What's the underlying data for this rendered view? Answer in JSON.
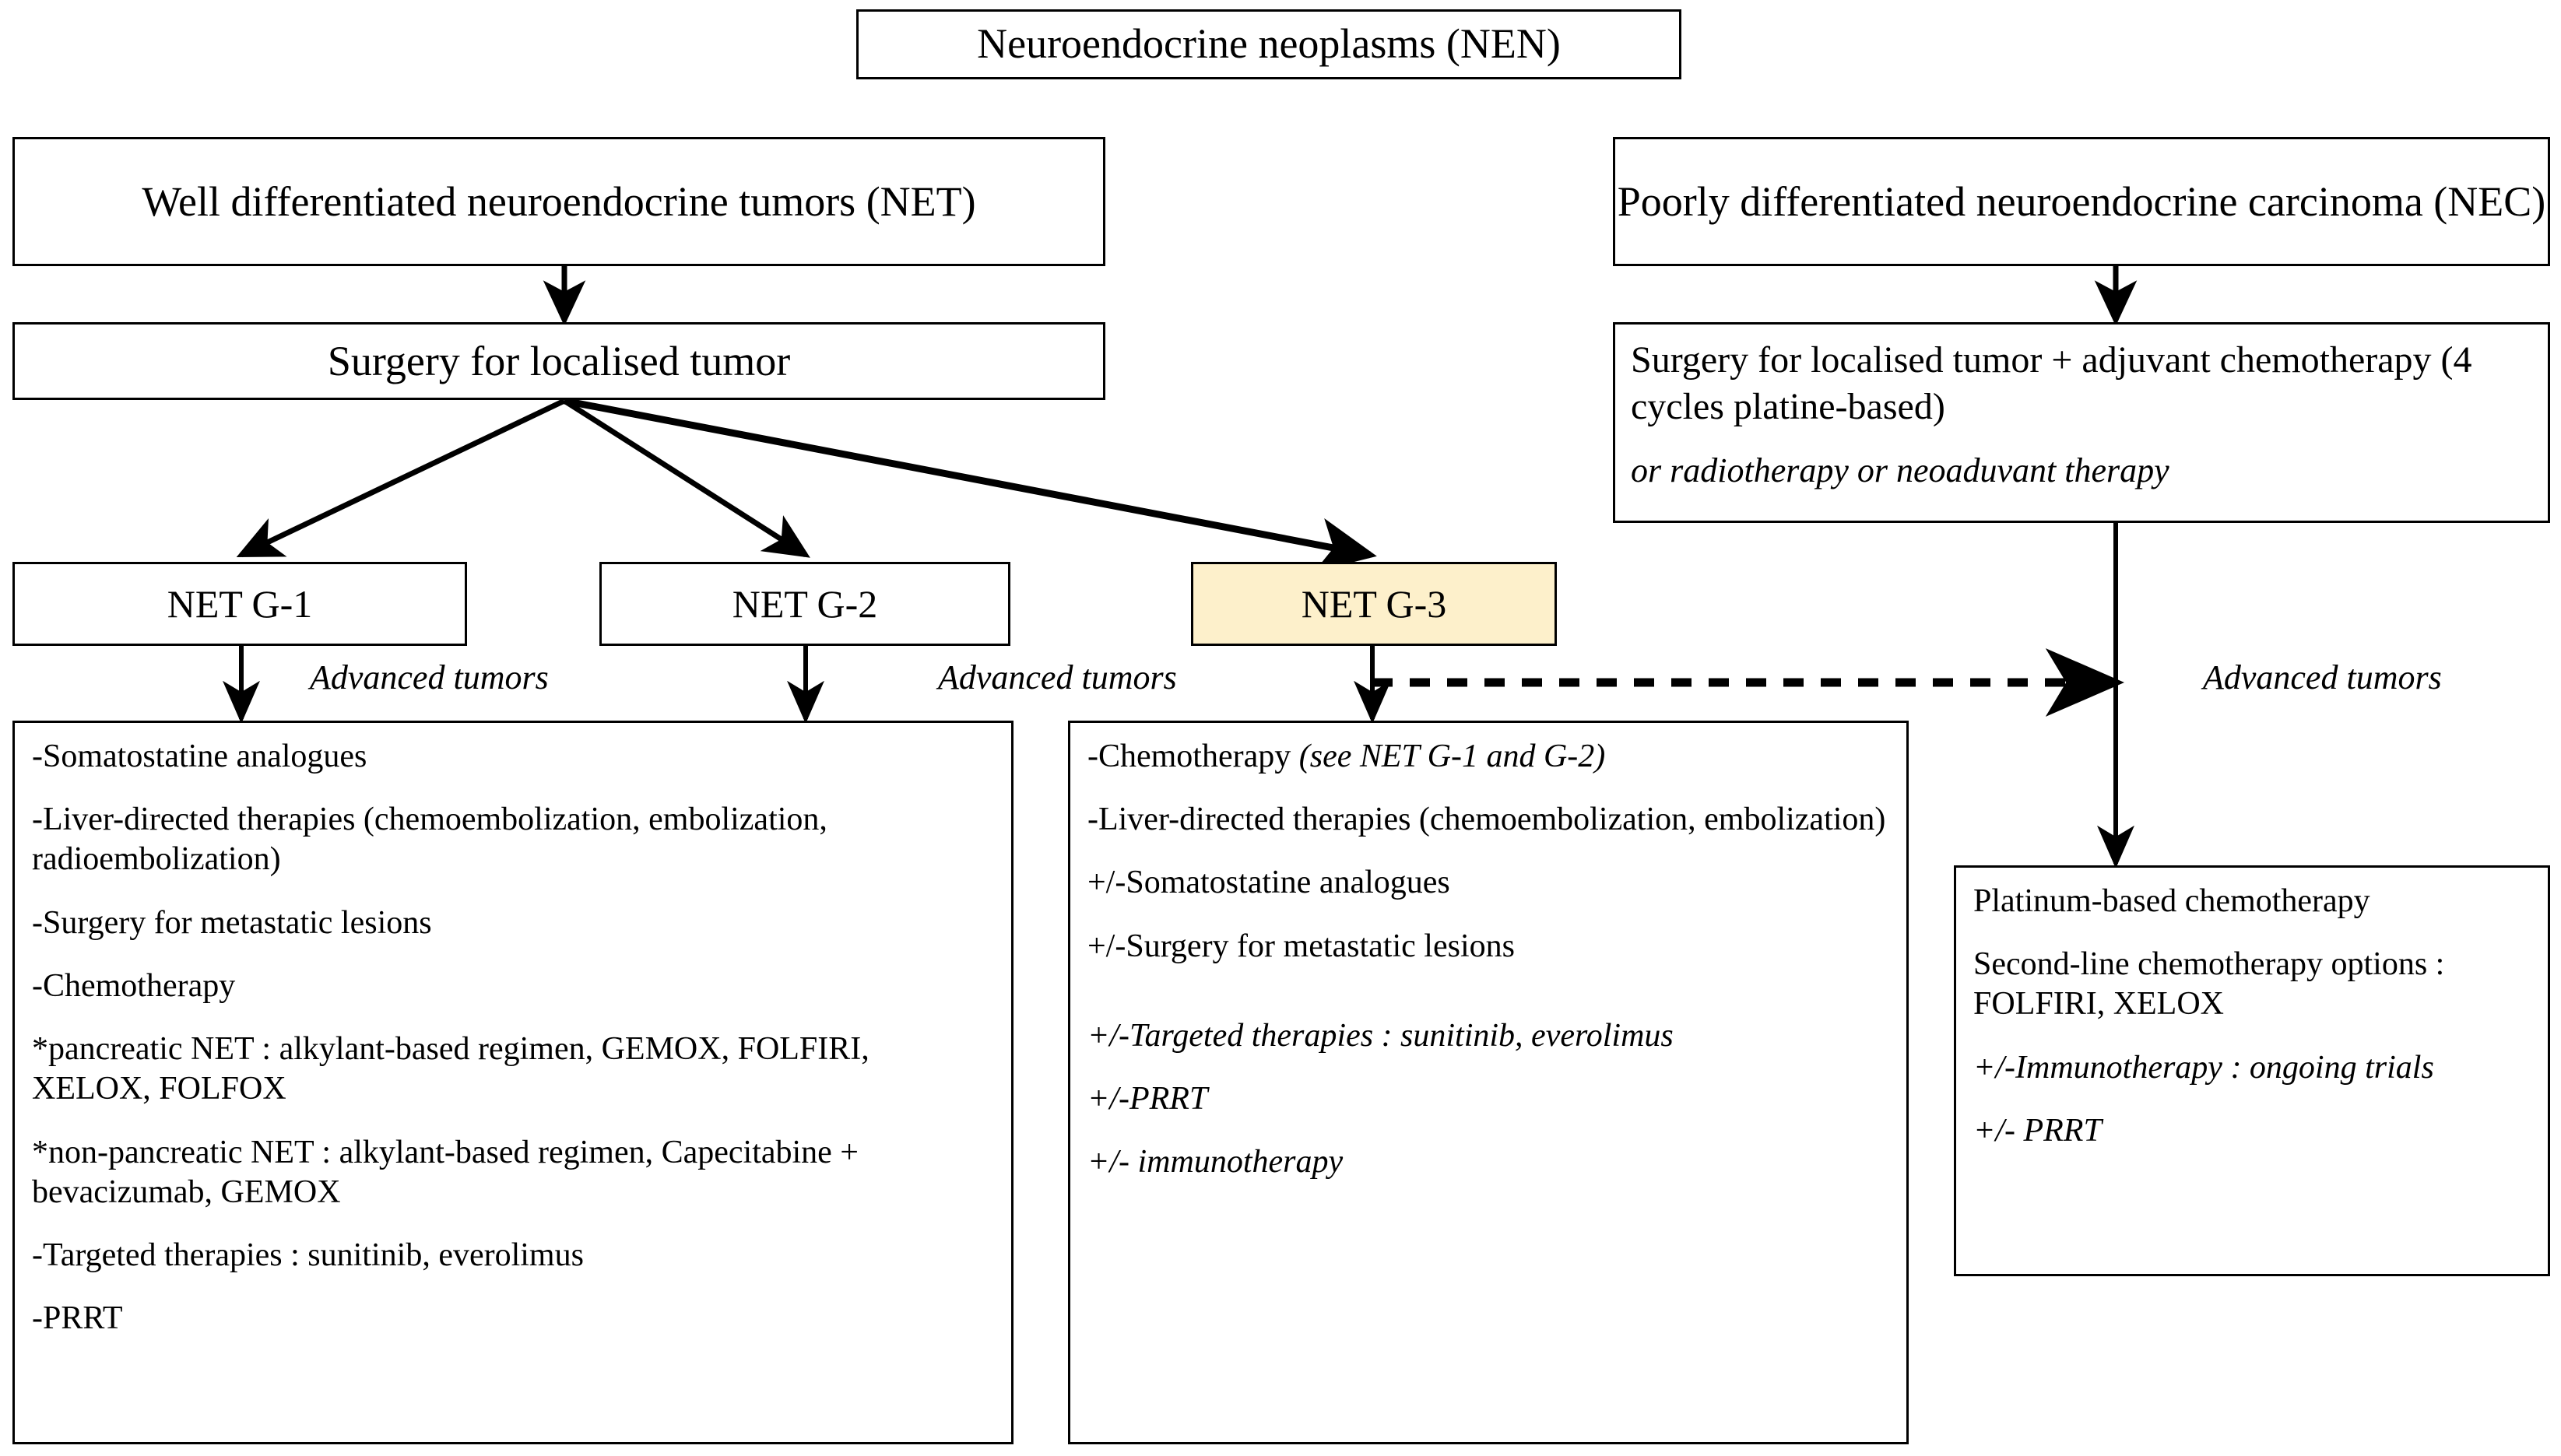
{
  "diagram": {
    "title": "Neuroendocrine neoplasms (NEN)",
    "accent_color": "#FDF0CB",
    "line_color": "#000000"
  },
  "nodes": {
    "root": "Neuroendocrine neoplasms (NEN)",
    "net_branch": "Well differentiated neuroendocrine tumors (NET)",
    "nec_branch": "Poorly differentiated neuroendocrine carcinoma (NEC)",
    "net_surgery": "Surgery for localised tumor",
    "nec_surgery_main": "Surgery for localised tumor + adjuvant chemotherapy (4 cycles platine-based)",
    "nec_surgery_alt": "or radiotherapy or neoaduvant therapy",
    "grade1": "NET G-1",
    "grade2": "NET G-2",
    "grade3": "NET G-3"
  },
  "edge_labels": {
    "advanced_left": "Advanced tumors",
    "advanced_mid": "Advanced tumors",
    "advanced_right": "Advanced tumors"
  },
  "treatment_g1_g2": {
    "lines": [
      {
        "text": "-Somatostatine analogues",
        "italic": false
      },
      {
        "text": "-Liver-directed therapies (chemoembolization, embolization, radioembolization)",
        "italic": false
      },
      {
        "text": "-Surgery for metastatic lesions",
        "italic": false
      },
      {
        "text": "-Chemotherapy",
        "italic": false
      },
      {
        "text": "*pancreatic NET : alkylant-based regimen, GEMOX, FOLFIRI, XELOX, FOLFOX",
        "italic": false
      },
      {
        "text": "*non-pancreatic NET : alkylant-based regimen, Capecitabine + bevacizumab, GEMOX",
        "italic": false
      },
      {
        "text": "-Targeted therapies : sunitinib, everolimus",
        "italic": false
      },
      {
        "text": "-PRRT",
        "italic": false
      }
    ]
  },
  "treatment_g3": {
    "lines": [
      {
        "prefix": "-Chemotherapy ",
        "emph": "(see NET G-1 and G-2)",
        "suffix": "",
        "italic": false
      },
      {
        "text": "-Liver-directed therapies (chemoembolization, embolization)",
        "italic": false
      },
      {
        "text": "+/-Somatostatine analogues",
        "italic": false
      },
      {
        "text": "+/-Surgery for metastatic lesions",
        "italic": false
      },
      {
        "text": "+/-Targeted therapies : sunitinib, everolimus",
        "italic": true
      },
      {
        "text": "+/-PRRT",
        "italic": true
      },
      {
        "text": "+/- immunotherapy",
        "italic": true
      }
    ]
  },
  "treatment_nec": {
    "lines": [
      {
        "text": "Platinum-based chemotherapy",
        "italic": false
      },
      {
        "text": "Second-line chemotherapy options : FOLFIRI, XELOX",
        "italic": false
      },
      {
        "text": "+/-Immunotherapy : ongoing trials",
        "italic": true
      },
      {
        "text": "+/- PRRT",
        "italic": true
      }
    ]
  }
}
